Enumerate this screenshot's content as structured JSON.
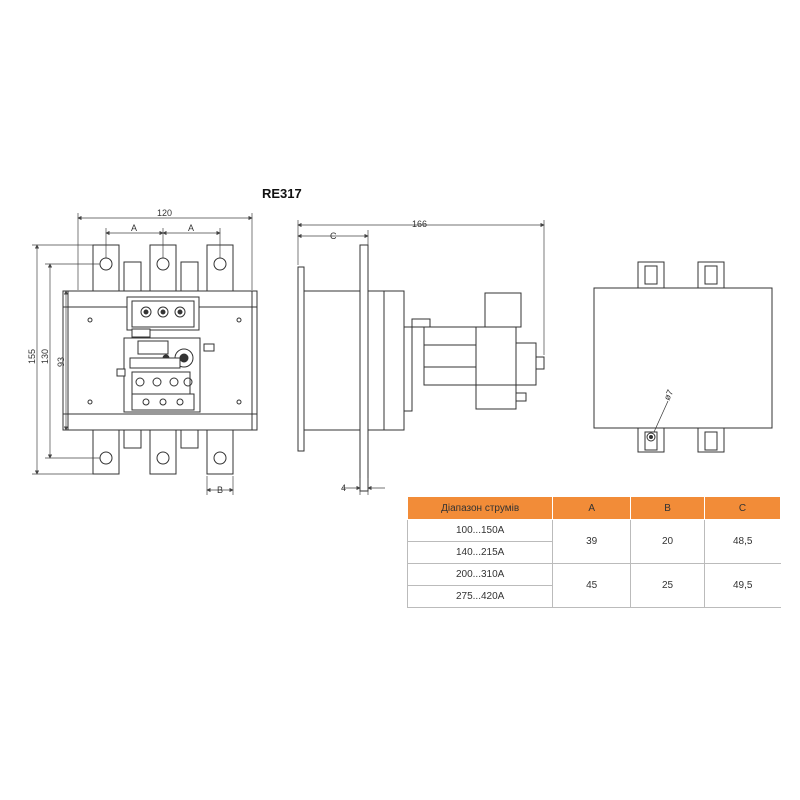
{
  "title": "RE317",
  "front_view": {
    "dims": {
      "width": "120",
      "pitch_left": "A",
      "pitch_right": "A",
      "height_total": "155",
      "height_mid": "130",
      "height_inner": "93",
      "terminal": "B"
    }
  },
  "side_view": {
    "dims": {
      "depth": "166",
      "offset": "C",
      "plate": "4"
    }
  },
  "rear_view": {
    "hole_label": "ø7"
  },
  "table": {
    "headers": [
      "Діапазон струмів",
      "A",
      "B",
      "C"
    ],
    "groups": [
      {
        "ranges": [
          "100...150A",
          "140...215A"
        ],
        "A": "39",
        "B": "20",
        "C": "48,5"
      },
      {
        "ranges": [
          "200...310A",
          "275...420A"
        ],
        "A": "45",
        "B": "25",
        "C": "49,5"
      }
    ]
  }
}
